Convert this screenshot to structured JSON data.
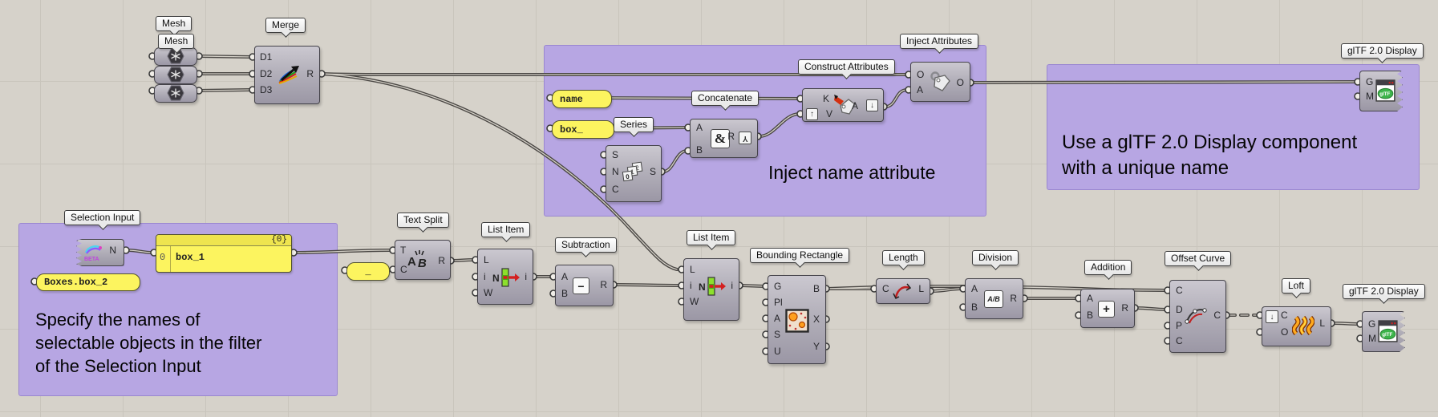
{
  "groups": {
    "filter_note": {
      "line1": "Specify the names of",
      "line2": "selectable objects in the filter",
      "line3": "of the Selection Input"
    },
    "inject_note": {
      "text": "Inject name attribute"
    },
    "display_note": {
      "line1": "Use a glTF 2.0 Display component",
      "line2": "with a unique name"
    }
  },
  "labels": {
    "mesh1": "Mesh",
    "mesh2": "Mesh",
    "merge": "Merge",
    "selection_input": "Selection Input",
    "text_split": "Text Split",
    "list_item1": "List Item",
    "subtraction": "Subtraction",
    "list_item2": "List Item",
    "series": "Series",
    "concatenate": "Concatenate",
    "construct_attributes": "Construct Attributes",
    "inject_attributes": "Inject Attributes",
    "gltf_top": "glTF 2.0 Display",
    "bounding_rectangle": "Bounding Rectangle",
    "length": "Length",
    "division": "Division",
    "addition": "Addition",
    "offset_curve": "Offset Curve",
    "loft": "Loft",
    "gltf_bottom": "glTF 2.0 Display"
  },
  "components": {
    "merge": {
      "inputs": [
        "D1",
        "D2",
        "D3"
      ],
      "outputs": [
        "R"
      ]
    },
    "selection_input": {
      "outputs": [
        "N"
      ],
      "badge": "BETA"
    },
    "text_split": {
      "inputs": [
        "T",
        "C"
      ],
      "outputs": [
        "R"
      ]
    },
    "list_item1": {
      "inputs": [
        "L",
        "i",
        "W"
      ],
      "outputs": [
        "i"
      ],
      "icon_letter": "N"
    },
    "subtraction": {
      "inputs": [
        "A",
        "B"
      ],
      "outputs": [
        "R"
      ],
      "op": "−"
    },
    "list_item2": {
      "inputs": [
        "L",
        "i",
        "W"
      ],
      "outputs": [
        "i"
      ],
      "icon_letter": "N"
    },
    "series": {
      "inputs": [
        "S",
        "N",
        "C"
      ],
      "outputs": [
        "S"
      ],
      "icon_digits": [
        "0",
        "1",
        "2"
      ]
    },
    "concatenate": {
      "inputs": [
        "A",
        "B"
      ],
      "outputs": [
        "R"
      ],
      "op": "&"
    },
    "construct_attributes": {
      "inputs": [
        "K",
        "V"
      ],
      "outputs": [
        "A"
      ]
    },
    "inject_attributes": {
      "inputs": [
        "O",
        "A"
      ],
      "outputs": [
        "O"
      ]
    },
    "gltf_top": {
      "inputs": [
        "G",
        "M"
      ],
      "logo": "glTF"
    },
    "bounding_rectangle": {
      "inputs": [
        "G",
        "Pl",
        "A",
        "S",
        "U"
      ],
      "outputs": [
        "B",
        "X",
        "Y"
      ]
    },
    "length": {
      "inputs": [
        "C"
      ],
      "outputs": [
        "L"
      ]
    },
    "division": {
      "inputs": [
        "A",
        "B"
      ],
      "outputs": [
        "R"
      ],
      "op": "A/B"
    },
    "addition": {
      "inputs": [
        "A",
        "B"
      ],
      "outputs": [
        "R"
      ],
      "op": "+"
    },
    "offset_curve": {
      "inputs": [
        "C",
        "D",
        "P",
        "C"
      ],
      "outputs": [
        "C"
      ]
    },
    "loft": {
      "inputs": [
        "C",
        "O"
      ],
      "outputs": [
        "L"
      ]
    },
    "gltf_bottom": {
      "inputs": [
        "G",
        "M"
      ],
      "logo": "glTF"
    }
  },
  "panels": {
    "name": "name",
    "box_prefix": "box_",
    "boxes": "Boxes.box_2",
    "underscore": "_",
    "names_panel": {
      "header": "{0}",
      "index": "0",
      "value": "box_1"
    }
  },
  "colors": {
    "group_fill": "#b7a6e3",
    "panel_yellow": "#fcf45f",
    "wire": "#4a4744",
    "canvas": "#d6d2ca"
  }
}
